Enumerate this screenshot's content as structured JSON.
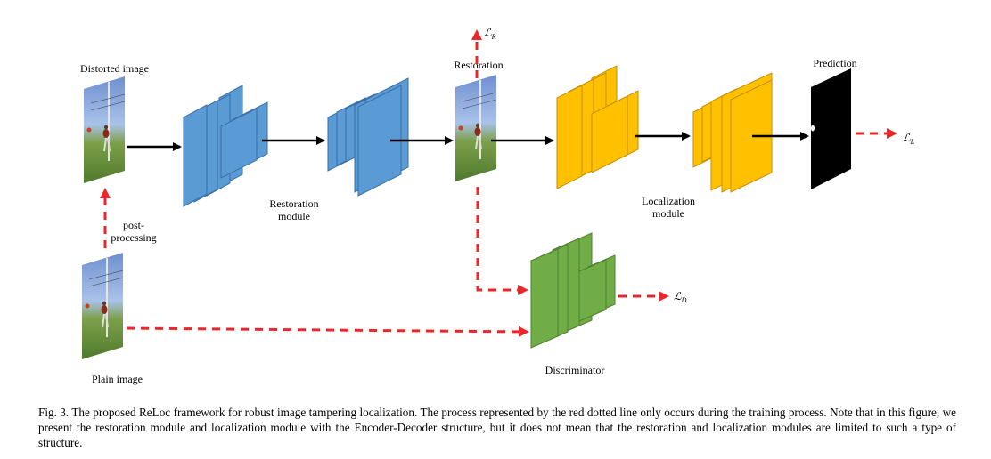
{
  "labels": {
    "distorted_image": "Distorted image",
    "plain_image": "Plain image",
    "post_processing_1": "post-",
    "post_processing_2": "processing",
    "restoration_module_1": "Restoration",
    "restoration_module_2": "module",
    "restoration_output": "Restoration",
    "localization_module_1": "Localization",
    "localization_module_2": "module",
    "prediction": "Prediction",
    "discriminator": "Discriminator"
  },
  "losses": {
    "loss_r": "ℒ",
    "loss_r_sub": "R",
    "loss_l": "ℒ",
    "loss_l_sub": "L",
    "loss_d": "ℒ",
    "loss_d_sub": "D"
  },
  "colors": {
    "restoration_blue": "#5b9bd5",
    "localization_gold": "#ffc000",
    "discriminator_green": "#70ad47",
    "training_red": "#e8282b",
    "arrow_black": "#000000"
  },
  "caption": "Fig. 3.  The proposed ReLoc framework for robust image tampering localization. The process represented by the red dotted line only occurs during the training process. Note that in this figure, we present the restoration module and localization module with the Encoder-Decoder structure, but it does not mean that the restoration and localization modules are limited to such a type of structure."
}
